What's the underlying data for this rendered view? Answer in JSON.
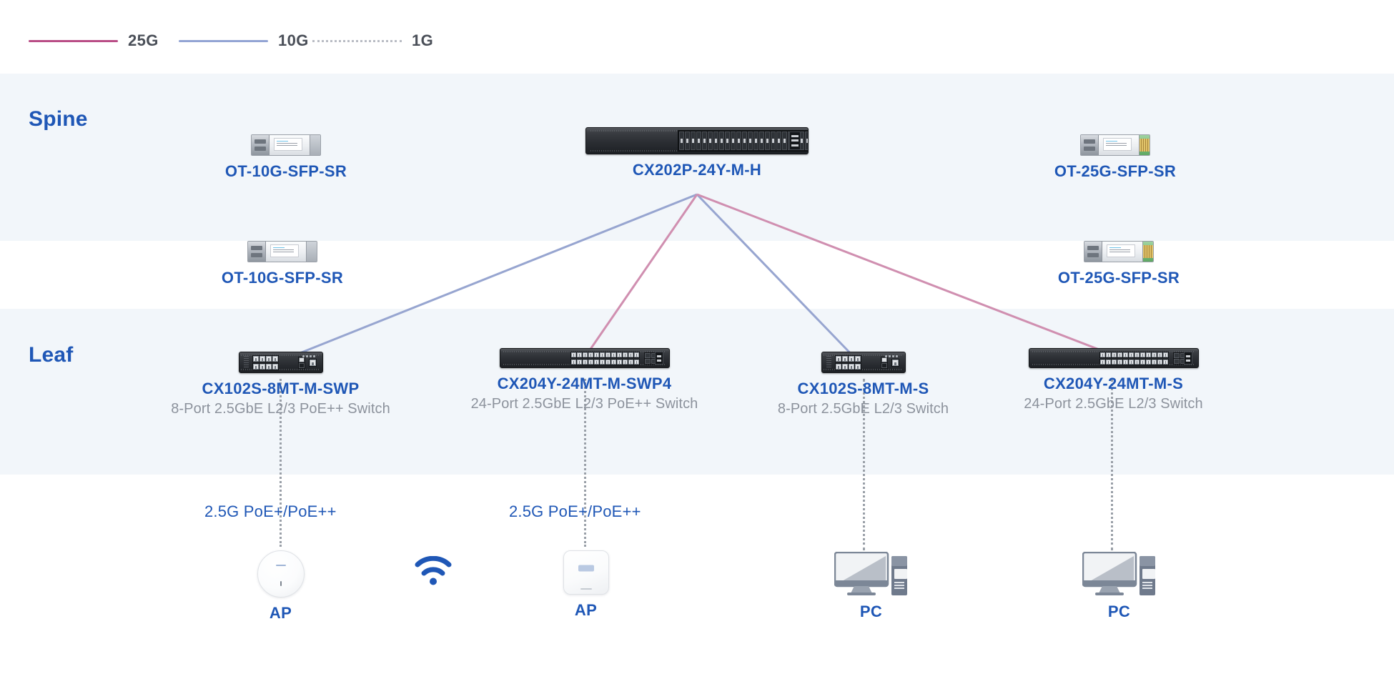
{
  "legend": {
    "items": [
      {
        "label": "25G",
        "style": "solid",
        "color": "#b94d86"
      },
      {
        "label": "10G",
        "style": "solid",
        "color": "#93a4d4"
      },
      {
        "label": "1G",
        "style": "dotted",
        "color": "#b9bcc4"
      }
    ]
  },
  "tiers": {
    "spine_title": "Spine",
    "leaf_title": "Leaf"
  },
  "spine": {
    "transceiver_left": {
      "name": "OT-10G-SFP-SR"
    },
    "switch": {
      "name": "CX202P-24Y-M-H"
    },
    "transceiver_right": {
      "name": "OT-25G-SFP-SR"
    }
  },
  "midrow": {
    "transceiver_left": {
      "name": "OT-10G-SFP-SR"
    },
    "transceiver_right": {
      "name": "OT-25G-SFP-SR"
    }
  },
  "leaf": {
    "switches": [
      {
        "name": "CX102S-8MT-M-SWP",
        "desc": "8-Port 2.5GbE L2/3 PoE++ Switch"
      },
      {
        "name": "CX204Y-24MT-M-SWP4",
        "desc": "24-Port 2.5GbE L2/3 PoE++ Switch"
      },
      {
        "name": "CX102S-8MT-M-S",
        "desc": "8-Port 2.5GbE L2/3 Switch"
      },
      {
        "name": "CX204Y-24MT-M-S",
        "desc": "24-Port 2.5GbE L2/3 Switch"
      }
    ]
  },
  "edge": {
    "link_labels": [
      {
        "text": "2.5G PoE+/PoE++"
      },
      {
        "text": "2.5G PoE+/PoE++"
      }
    ],
    "devices": [
      {
        "name": "AP",
        "icon": "access-point-round"
      },
      {
        "name": "AP",
        "icon": "access-point-square"
      },
      {
        "name": "PC",
        "icon": "desktop-computer"
      },
      {
        "name": "PC",
        "icon": "desktop-computer"
      }
    ],
    "wifi_icon": "wifi-icon"
  },
  "colors": {
    "link_25g": "#d08fb0",
    "link_10g": "#97a5d0",
    "link_1g": "#9aa0a8",
    "band": "#f2f6fa",
    "text_blue": "#1f57b6",
    "text_gray": "#8c929c"
  }
}
